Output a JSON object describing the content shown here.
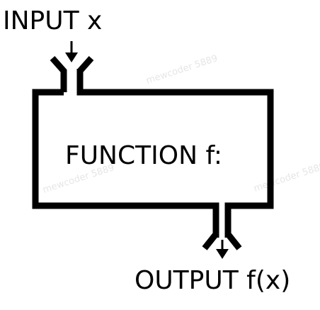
{
  "diagram": {
    "input_label": "INPUT x",
    "function_label": "FUNCTION f:",
    "output_label": "OUTPUT f(x)",
    "stroke_color": "#000000",
    "background_color": "#ffffff",
    "watermark_text": "mewcoder 5889"
  }
}
